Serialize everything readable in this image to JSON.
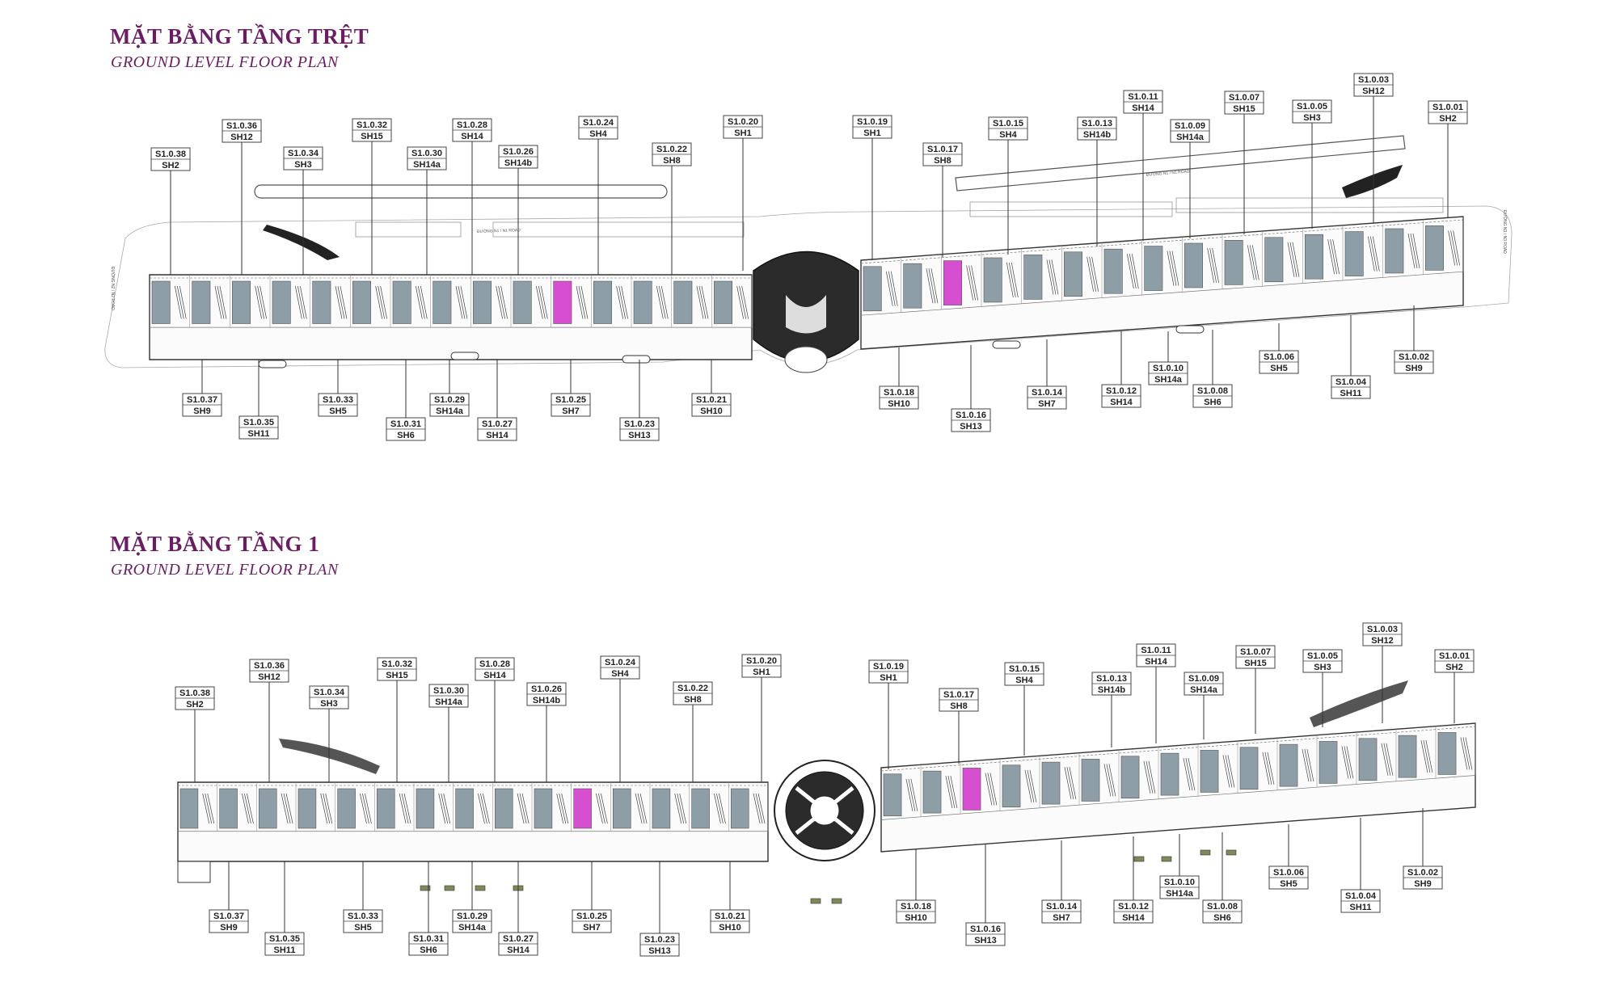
{
  "colors": {
    "title": "#6b1d63",
    "unit_fill": "#8e9ea6",
    "highlight_unit": "#d64fd0",
    "line": "#333333"
  },
  "plan1": {
    "title_vn": "MẶT BẰNG TẦNG TRỆT",
    "title_en": "GROUND LEVEL FLOOR PLAN",
    "road_top_left": "ĐƯỜNG N1 / N1 ROAD",
    "road_top_right": "ĐƯỜNG N1 / N1 ROAD",
    "road_left": "ĐƯỜNG N2 / N2 ROAD",
    "road_right": "ĐƯỜNG N3 / N3 ROAD",
    "labels_top": [
      {
        "code": "S1.0.38",
        "type": "SH2"
      },
      {
        "code": "S1.0.36",
        "type": "SH12"
      },
      {
        "code": "S1.0.34",
        "type": "SH3"
      },
      {
        "code": "S1.0.32",
        "type": "SH15"
      },
      {
        "code": "S1.0.30",
        "type": "SH14a"
      },
      {
        "code": "S1.0.28",
        "type": "SH14"
      },
      {
        "code": "S1.0.26",
        "type": "SH14b"
      },
      {
        "code": "S1.0.24",
        "type": "SH4"
      },
      {
        "code": "S1.0.22",
        "type": "SH8"
      },
      {
        "code": "S1.0.20",
        "type": "SH1"
      },
      {
        "code": "S1.0.19",
        "type": "SH1"
      },
      {
        "code": "S1.0.17",
        "type": "SH8"
      },
      {
        "code": "S1.0.15",
        "type": "SH4"
      },
      {
        "code": "S1.0.13",
        "type": "SH14b"
      },
      {
        "code": "S1.0.11",
        "type": "SH14"
      },
      {
        "code": "S1.0.09",
        "type": "SH14a"
      },
      {
        "code": "S1.0.07",
        "type": "SH15"
      },
      {
        "code": "S1.0.05",
        "type": "SH3"
      },
      {
        "code": "S1.0.03",
        "type": "SH12"
      },
      {
        "code": "S1.0.01",
        "type": "SH2"
      }
    ],
    "labels_bottom": [
      {
        "code": "S1.0.37",
        "type": "SH9"
      },
      {
        "code": "S1.0.35",
        "type": "SH11"
      },
      {
        "code": "S1.0.33",
        "type": "SH5"
      },
      {
        "code": "S1.0.31",
        "type": "SH6"
      },
      {
        "code": "S1.0.29",
        "type": "SH14a"
      },
      {
        "code": "S1.0.27",
        "type": "SH14"
      },
      {
        "code": "S1.0.25",
        "type": "SH7"
      },
      {
        "code": "S1.0.23",
        "type": "SH13"
      },
      {
        "code": "S1.0.21",
        "type": "SH10"
      },
      {
        "code": "S1.0.18",
        "type": "SH10"
      },
      {
        "code": "S1.0.16",
        "type": "SH13"
      },
      {
        "code": "S1.0.14",
        "type": "SH7"
      },
      {
        "code": "S1.0.12",
        "type": "SH14"
      },
      {
        "code": "S1.0.10",
        "type": "SH14a"
      },
      {
        "code": "S1.0.08",
        "type": "SH6"
      },
      {
        "code": "S1.0.06",
        "type": "SH5"
      },
      {
        "code": "S1.0.04",
        "type": "SH11"
      },
      {
        "code": "S1.0.02",
        "type": "SH9"
      }
    ]
  },
  "plan2": {
    "title_vn": "MẶT BẰNG TẦNG 1",
    "title_en": "GROUND LEVEL FLOOR PLAN",
    "labels_top": [
      {
        "code": "S1.0.38",
        "type": "SH2"
      },
      {
        "code": "S1.0.36",
        "type": "SH12"
      },
      {
        "code": "S1.0.34",
        "type": "SH3"
      },
      {
        "code": "S1.0.32",
        "type": "SH15"
      },
      {
        "code": "S1.0.30",
        "type": "SH14a"
      },
      {
        "code": "S1.0.28",
        "type": "SH14"
      },
      {
        "code": "S1.0.26",
        "type": "SH14b"
      },
      {
        "code": "S1.0.24",
        "type": "SH4"
      },
      {
        "code": "S1.0.22",
        "type": "SH8"
      },
      {
        "code": "S1.0.20",
        "type": "SH1"
      },
      {
        "code": "S1.0.19",
        "type": "SH1"
      },
      {
        "code": "S1.0.17",
        "type": "SH8"
      },
      {
        "code": "S1.0.15",
        "type": "SH4"
      },
      {
        "code": "S1.0.13",
        "type": "SH14b"
      },
      {
        "code": "S1.0.11",
        "type": "SH14"
      },
      {
        "code": "S1.0.09",
        "type": "SH14a"
      },
      {
        "code": "S1.0.07",
        "type": "SH15"
      },
      {
        "code": "S1.0.05",
        "type": "SH3"
      },
      {
        "code": "S1.0.03",
        "type": "SH12"
      },
      {
        "code": "S1.0.01",
        "type": "SH2"
      }
    ],
    "labels_bottom": [
      {
        "code": "S1.0.37",
        "type": "SH9"
      },
      {
        "code": "S1.0.35",
        "type": "SH11"
      },
      {
        "code": "S1.0.33",
        "type": "SH5"
      },
      {
        "code": "S1.0.31",
        "type": "SH6"
      },
      {
        "code": "S1.0.29",
        "type": "SH14a"
      },
      {
        "code": "S1.0.27",
        "type": "SH14"
      },
      {
        "code": "S1.0.25",
        "type": "SH7"
      },
      {
        "code": "S1.0.23",
        "type": "SH13"
      },
      {
        "code": "S1.0.21",
        "type": "SH10"
      },
      {
        "code": "S1.0.18",
        "type": "SH10"
      },
      {
        "code": "S1.0.16",
        "type": "SH13"
      },
      {
        "code": "S1.0.14",
        "type": "SH7"
      },
      {
        "code": "S1.0.12",
        "type": "SH14"
      },
      {
        "code": "S1.0.10",
        "type": "SH14a"
      },
      {
        "code": "S1.0.08",
        "type": "SH6"
      },
      {
        "code": "S1.0.06",
        "type": "SH5"
      },
      {
        "code": "S1.0.04",
        "type": "SH11"
      },
      {
        "code": "S1.0.02",
        "type": "SH9"
      }
    ]
  }
}
